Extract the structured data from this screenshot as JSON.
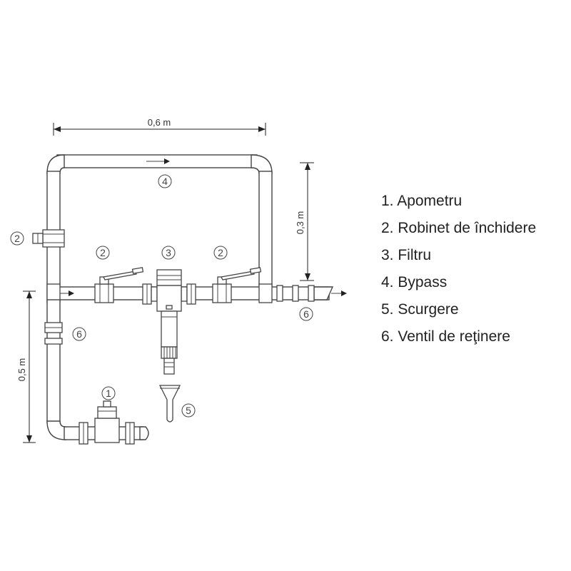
{
  "dimensions": {
    "width_label": "0,6 m",
    "height_right_label": "0,3 m",
    "height_left_label": "0,5 m"
  },
  "callouts": {
    "apometru": "1",
    "robinet": "2",
    "filtru": "3",
    "bypass": "4",
    "scurgere": "5",
    "ventil": "6"
  },
  "legend": [
    "1. Apometru",
    "2. Robinet de închidere",
    "3. Filtru",
    "4. Bypass",
    "5. Scurgere",
    "6. Ventil de reţinere"
  ],
  "colors": {
    "line": "#444444",
    "text": "#222222",
    "background": "#ffffff"
  }
}
